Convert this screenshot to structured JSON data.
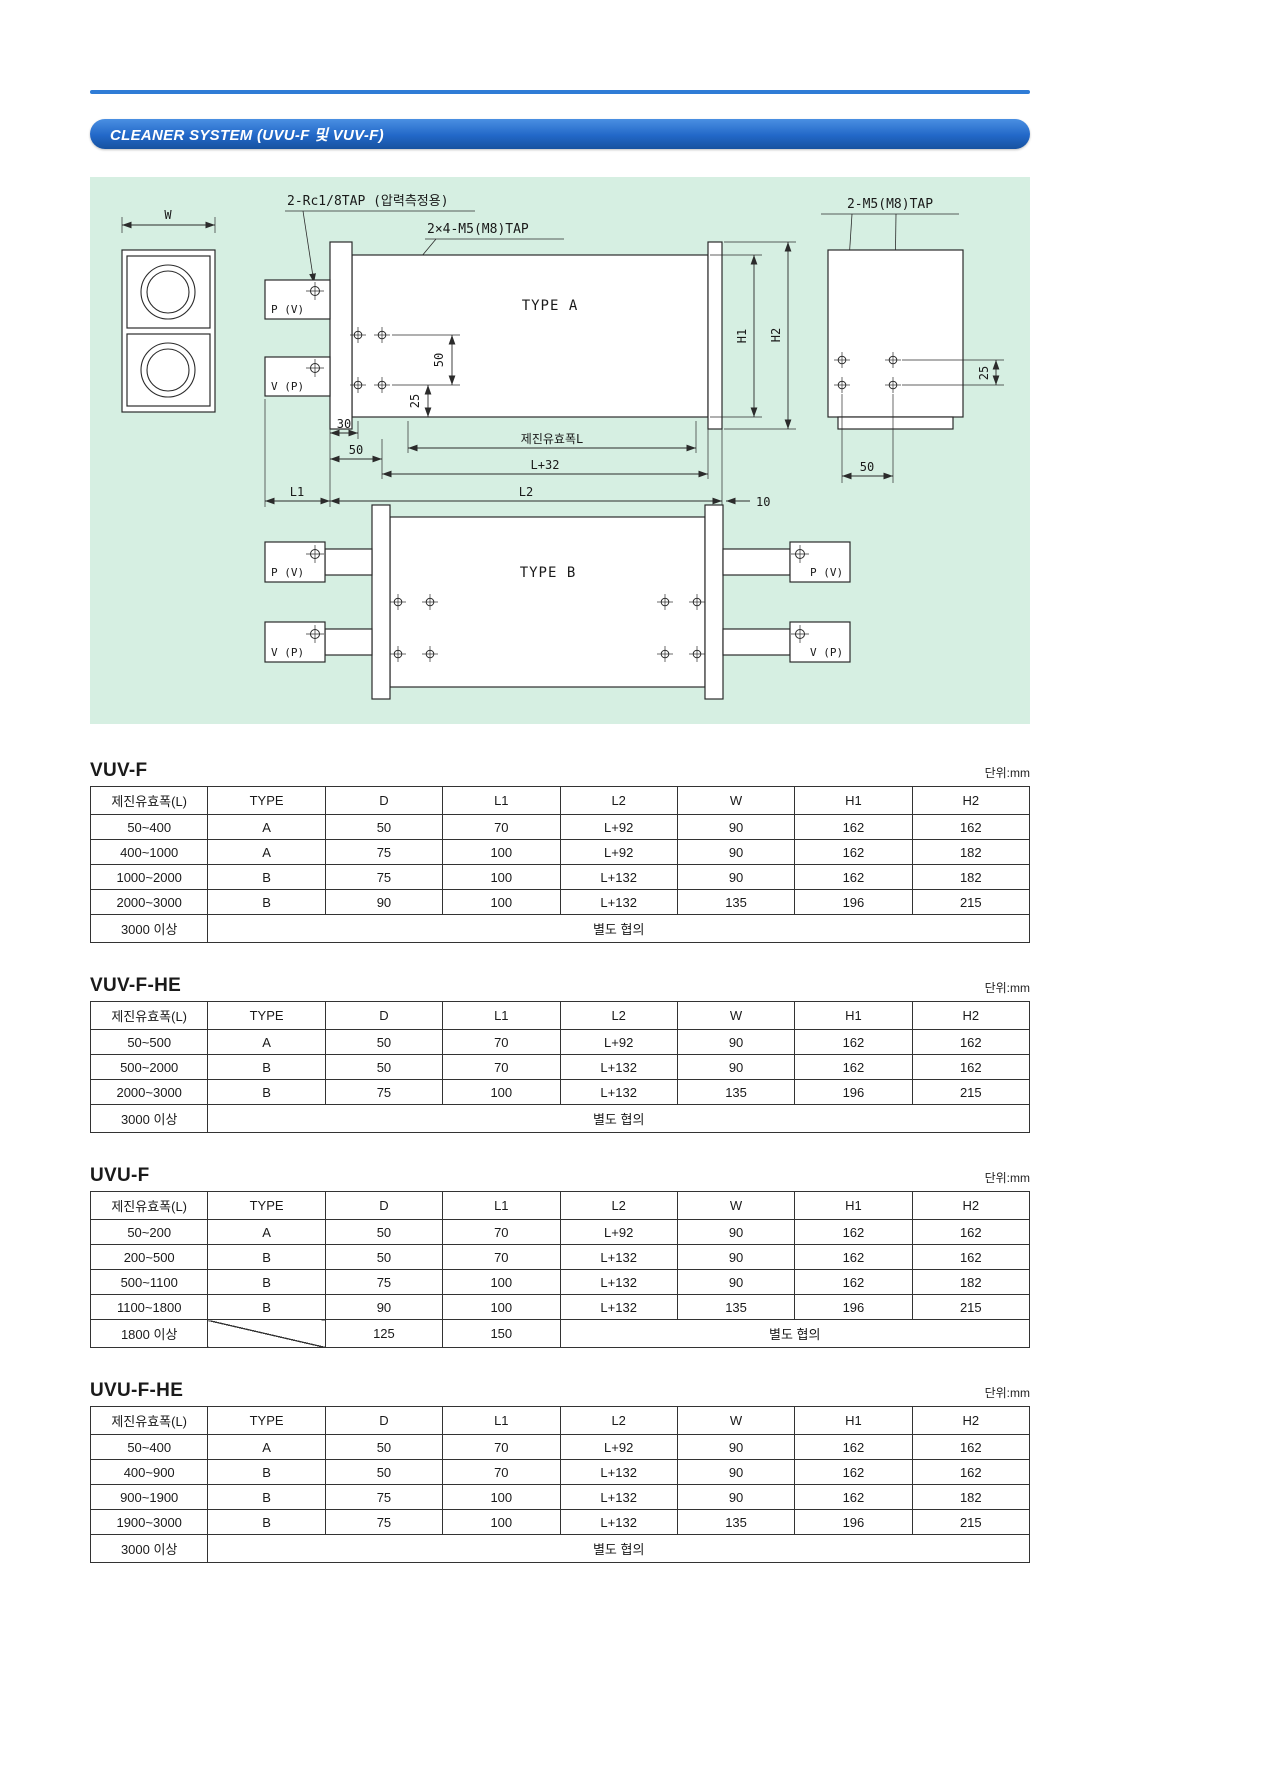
{
  "page": {
    "header_title": "CLEANER SYSTEM (UVU-F 및 VUV-F)"
  },
  "drawing": {
    "front_view": {
      "dim_w": "W"
    },
    "type_a": {
      "title": "TYPE A",
      "note_rc_tap": "2-Rc1/8TAP (압력측정용)",
      "note_m5_tap": "2×4-M5(M8)TAP",
      "port_top": "P (V)",
      "port_bottom": "V (P)",
      "dim_hole_v_50": "50",
      "dim_hole_v_25": "25",
      "dim_30": "30",
      "dim_50": "50",
      "dim_effective_width": "제진유효폭L",
      "dim_l_plus_32": "L+32",
      "dim_l1": "L1",
      "dim_l2": "L2",
      "dim_10": "10",
      "dim_h1": "H1",
      "dim_h2": "H2"
    },
    "end_view": {
      "note_m5_tap": "2-M5(M8)TAP",
      "dim_25": "25",
      "dim_50": "50"
    },
    "type_b": {
      "title": "TYPE B",
      "port_left_top": "P (V)",
      "port_left_bottom": "V (P)",
      "port_right_top": "P (V)",
      "port_right_bottom": "V (P)"
    }
  },
  "tables": [
    {
      "title": "VUV-F",
      "unit": "단위:mm",
      "headers": [
        "제진유효폭(L)",
        "TYPE",
        "D",
        "L1",
        "L2",
        "W",
        "H1",
        "H2"
      ],
      "rows": [
        [
          "50~400",
          "A",
          "50",
          "70",
          "L+92",
          "90",
          "162",
          "162"
        ],
        [
          "400~1000",
          "A",
          "75",
          "100",
          "L+92",
          "90",
          "162",
          "182"
        ],
        [
          "1000~2000",
          "B",
          "75",
          "100",
          "L+132",
          "90",
          "162",
          "182"
        ],
        [
          "2000~3000",
          "B",
          "90",
          "100",
          "L+132",
          "135",
          "196",
          "215"
        ],
        [
          {
            "t": "3000 이상"
          },
          {
            "t": "별도 협의",
            "cs": 7
          }
        ]
      ]
    },
    {
      "title": "VUV-F-HE",
      "unit": "단위:mm",
      "headers": [
        "제진유효폭(L)",
        "TYPE",
        "D",
        "L1",
        "L2",
        "W",
        "H1",
        "H2"
      ],
      "rows": [
        [
          "50~500",
          "A",
          "50",
          "70",
          "L+92",
          "90",
          "162",
          "162"
        ],
        [
          "500~2000",
          "B",
          "50",
          "70",
          "L+132",
          "90",
          "162",
          "162"
        ],
        [
          "2000~3000",
          "B",
          "75",
          "100",
          "L+132",
          "135",
          "196",
          "215"
        ],
        [
          {
            "t": "3000 이상"
          },
          {
            "t": "별도 협의",
            "cs": 7
          }
        ]
      ]
    },
    {
      "title": "UVU-F",
      "unit": "단위:mm",
      "headers": [
        "제진유효폭(L)",
        "TYPE",
        "D",
        "L1",
        "L2",
        "W",
        "H1",
        "H2"
      ],
      "rows": [
        [
          "50~200",
          "A",
          "50",
          "70",
          "L+92",
          "90",
          "162",
          "162"
        ],
        [
          "200~500",
          "B",
          "50",
          "70",
          "L+132",
          "90",
          "162",
          "162"
        ],
        [
          "500~1100",
          "B",
          "75",
          "100",
          "L+132",
          "90",
          "162",
          "182"
        ],
        [
          "1100~1800",
          "B",
          "90",
          "100",
          "L+132",
          "135",
          "196",
          "215"
        ],
        [
          {
            "t": "1800 이상"
          },
          {
            "t": "",
            "diag": true
          },
          {
            "t": "125"
          },
          {
            "t": "150"
          },
          {
            "t": "별도 협의",
            "cs": 4
          }
        ]
      ]
    },
    {
      "title": "UVU-F-HE",
      "unit": "단위:mm",
      "headers": [
        "제진유효폭(L)",
        "TYPE",
        "D",
        "L1",
        "L2",
        "W",
        "H1",
        "H2"
      ],
      "rows": [
        [
          "50~400",
          "A",
          "50",
          "70",
          "L+92",
          "90",
          "162",
          "162"
        ],
        [
          "400~900",
          "B",
          "50",
          "70",
          "L+132",
          "90",
          "162",
          "162"
        ],
        [
          "900~1900",
          "B",
          "75",
          "100",
          "L+132",
          "90",
          "162",
          "182"
        ],
        [
          "1900~3000",
          "B",
          "75",
          "100",
          "L+132",
          "135",
          "196",
          "215"
        ],
        [
          {
            "t": "3000 이상"
          },
          {
            "t": "별도 협의",
            "cs": 7
          }
        ]
      ]
    }
  ]
}
